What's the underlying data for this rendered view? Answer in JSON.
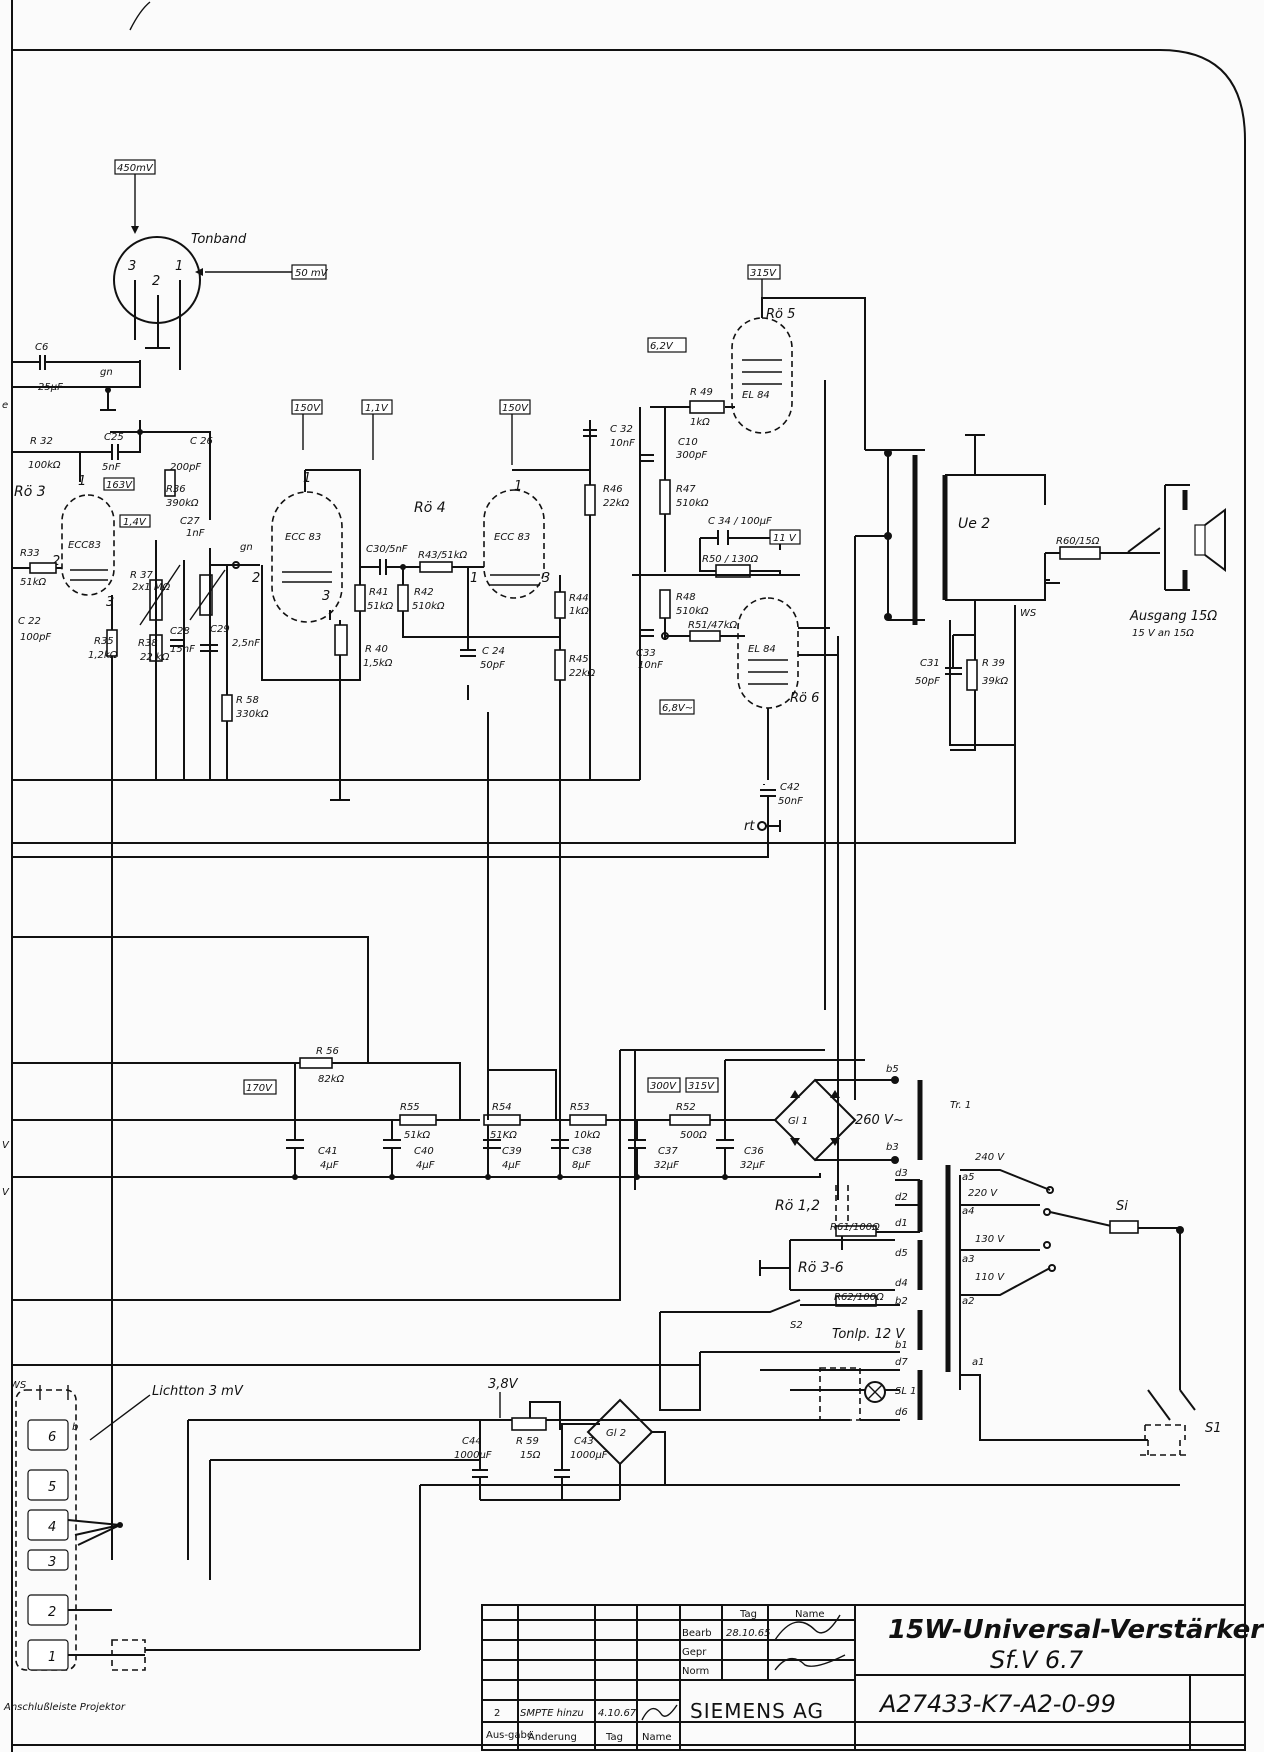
{
  "title_block": {
    "title_line1": "15W-Universal-Verstärker",
    "title_line2": "Sf.V 6.7",
    "drawing_number": "A27433-K7-A2-0-99",
    "company": "SIEMENS AG",
    "header_tag": "Tag",
    "header_name": "Name",
    "row_bearb": "Bearb",
    "row_gepr": "Gepr",
    "row_norm": "Norm",
    "bearb_date": "28.10.65",
    "revision_number": "2",
    "revision_text": "SMPTE hinzu",
    "revision_date": "4.10.67",
    "col_ausgabe": "Aus-gabe",
    "col_aenderung": "Änderung",
    "col_tag": "Tag",
    "col_name": "Name"
  },
  "labels": {
    "tonband": "Tonband",
    "v450": "450mV",
    "v50": "50 mV",
    "gn1": "gn",
    "gn2": "gn",
    "pin3": "3",
    "pin2": "2",
    "pin1": "1",
    "c6": "C6",
    "c6v": "25μF",
    "r32": "R 32",
    "r32v": "100kΩ",
    "c25": "C25",
    "c25v": "5nF",
    "c26": "C 26",
    "c26v": "200pF",
    "v163": "163V",
    "ro3": "Rö 3",
    "r36": "R36",
    "r36v": "390kΩ",
    "v14": "1,4V",
    "c27": "C27",
    "c27v": "1nF",
    "ecc83a": "ECC83",
    "r33": "R33",
    "r33v": "51kΩ",
    "r37": "R 37",
    "r37v": "2x1 MΩ",
    "c22": "C 22",
    "c22v": "100pF",
    "r35": "R35",
    "r35v": "1,2kΩ",
    "r38": "R38",
    "r38v": "22 kΩ",
    "c28": "C28",
    "c28v": "15nF",
    "c29": "C29",
    "c29v": "2,5nF",
    "r58": "R 58",
    "r58v": "330kΩ",
    "v150a": "150V",
    "v11": "1,1V",
    "ecc83b": "ECC 83",
    "ro4": "Rö 4",
    "c30": "C30/5nF",
    "r43": "R43/51kΩ",
    "r41": "R41",
    "r41v": "51kΩ",
    "r42": "R42",
    "r42v": "510kΩ",
    "r40": "R 40",
    "r40v": "1,5kΩ",
    "v150b": "150V",
    "ecc83c": "ECC 83",
    "c24": "C 24",
    "c24v": "50pF",
    "r44": "R44",
    "r44v": "1kΩ",
    "r45": "R45",
    "r45v": "22kΩ",
    "c32": "C 32",
    "c32v": "10nF",
    "r46": "R46",
    "r46v": "22kΩ",
    "v315a": "315V",
    "v62": "6,2V",
    "ro5": "Rö 5",
    "el84a": "EL 84",
    "r49": "R 49",
    "r49v": "1kΩ",
    "c10": "C10",
    "c10v": "300pF",
    "r47": "R47",
    "r47v": "510kΩ",
    "c34": "C 34 / 100μF",
    "v11b": "11 V",
    "r50": "R50 / 130Ω",
    "r48": "R48",
    "r48v": "510kΩ",
    "r51": "R51/47kΩ",
    "c33": "C33",
    "c33v": "10nF",
    "v68": "6,8V~",
    "el84b": "EL 84",
    "ro6": "Rö 6",
    "c42": "C42",
    "c42v": "50nF",
    "rt": "rt",
    "ue2": "Ue 2",
    "r60": "R60/15Ω",
    "ws": "WS",
    "ausgang1": "Ausgang 15Ω",
    "ausgang2": "15 V an 15Ω",
    "c31": "C31",
    "c31v": "50pF",
    "r39": "R 39",
    "r39v": "39kΩ",
    "r56": "R 56",
    "r56v": "82kΩ",
    "v170": "170V",
    "r55": "R55",
    "r55v": "51kΩ",
    "r54": "R54",
    "r54v": "51KΩ",
    "r53": "R53",
    "r53v": "10kΩ",
    "v300": "300V",
    "v315b": "315V",
    "r52": "R52",
    "r52v": "500Ω",
    "gl1": "Gl 1",
    "v260": "260 V~",
    "b5": "b5",
    "b3": "b3",
    "tr1": "Tr. 1",
    "c41": "C41",
    "c41v": "4μF",
    "c40": "C40",
    "c40v": "4μF",
    "c39": "C39",
    "c39v": "4μF",
    "c38": "C38",
    "c38v": "8μF",
    "c37": "C37",
    "c37v": "32μF",
    "c36": "C36",
    "c36v": "32μF",
    "v240": "240 V",
    "v220": "220 V",
    "v130": "130 V",
    "v110": "110 V",
    "a5": "a5",
    "a4": "a4",
    "a3": "a3",
    "a2": "a2",
    "a1": "a1",
    "si": "Si",
    "s1": "S1",
    "ro12": "Rö 1,2",
    "d3": "d3",
    "d2": "d2",
    "d1": "d1",
    "r61": "R61/100Ω",
    "ro36": "Rö 3-6",
    "d5": "d5",
    "d4": "d4",
    "r62": "R62/100Ω",
    "b2": "b2",
    "s2": "S2",
    "tonlp": "Tonlp. 12 V",
    "b1": "b1",
    "d7": "d7",
    "sl": "SL 1",
    "d6": "d6",
    "lichtton": "Lichtton 3 mV",
    "v38": "3,8V",
    "c44": "C44",
    "c44v": "1000μF",
    "r59": "R 59",
    "r59v": "15Ω",
    "c43": "C43",
    "c43v": "1000μF",
    "gl2": "Gl 2",
    "ws2": "WS",
    "projektor": "Anschlußleiste Projektor",
    "p1": "1",
    "p2": "2",
    "p3": "3",
    "p4": "4",
    "p5": "5",
    "p6": "6",
    "pb": "b",
    "edge_v1": "V",
    "edge_v2": "V",
    "e": "e"
  }
}
